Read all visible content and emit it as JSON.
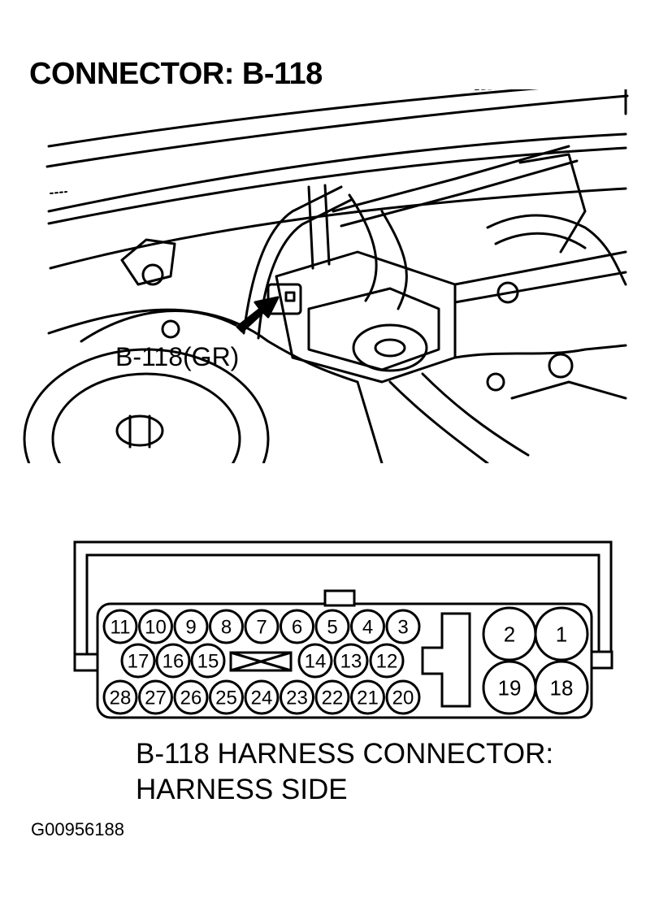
{
  "title": "CONNECTOR: B-118",
  "callout_label": "B-118(GR)",
  "connector": {
    "row1_pins": [
      "11",
      "10",
      "9",
      "8",
      "7",
      "6",
      "5",
      "4",
      "3"
    ],
    "row2_pins_left": [
      "17",
      "16",
      "15"
    ],
    "row2_pins_right": [
      "14",
      "13",
      "12"
    ],
    "row3_pins": [
      "28",
      "27",
      "26",
      "25",
      "24",
      "23",
      "22",
      "21",
      "20"
    ],
    "large_pins_top": [
      "2",
      "1"
    ],
    "large_pins_bottom": [
      "19",
      "18"
    ]
  },
  "caption_line1": "B-118 HARNESS CONNECTOR:",
  "caption_line2": "HARNESS SIDE",
  "figure_id": "G00956188"
}
